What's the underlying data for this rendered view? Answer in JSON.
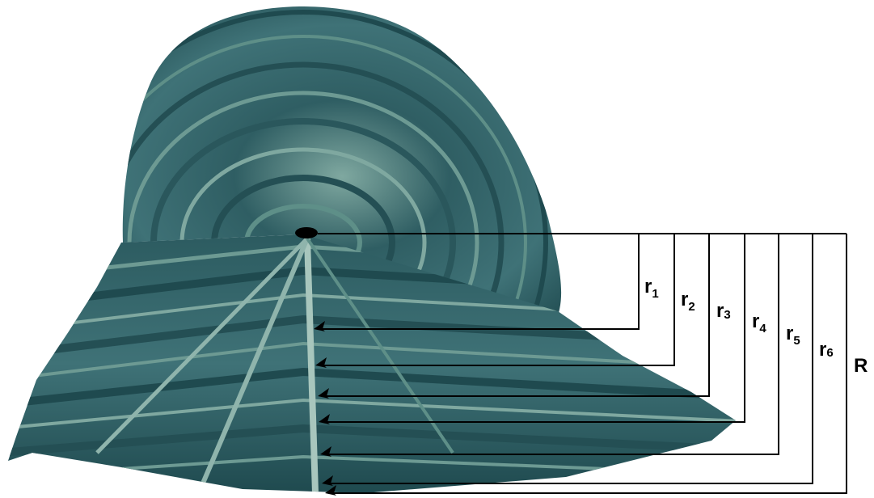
{
  "diagram": {
    "subject": "otolith-section-photo",
    "colors": {
      "background": "#ffffff",
      "specimen_dark": "#1f4a4f",
      "specimen_mid": "#3f7277",
      "specimen_light": "#8fb4ac",
      "lines": "#000000"
    },
    "radii": [
      {
        "main": "r",
        "sub": "1"
      },
      {
        "main": "r",
        "sub": "2"
      },
      {
        "main": "r",
        "sub": "3"
      },
      {
        "main": "r",
        "sub": "4"
      },
      {
        "main": "r",
        "sub": "5"
      },
      {
        "main": "r",
        "sub": "6"
      }
    ],
    "total_radius": {
      "main": "R",
      "sub": ""
    }
  }
}
